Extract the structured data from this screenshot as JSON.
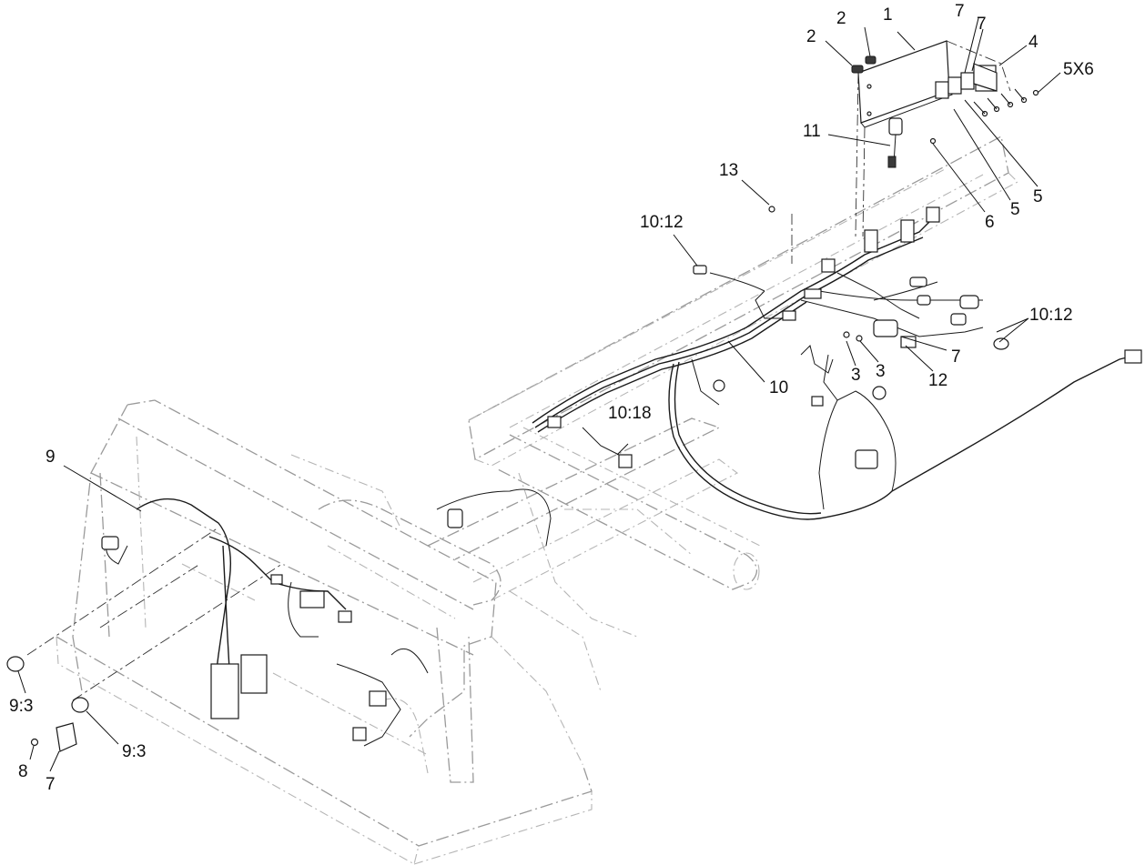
{
  "callouts": [
    {
      "id": "c1",
      "text": "1"
    },
    {
      "id": "c2a",
      "text": "2"
    },
    {
      "id": "c2b",
      "text": "2"
    },
    {
      "id": "c7a",
      "text": "7"
    },
    {
      "id": "c7b",
      "text": "7"
    },
    {
      "id": "c4",
      "text": "4"
    },
    {
      "id": "c5x6",
      "text": "5X6"
    },
    {
      "id": "c11",
      "text": "11"
    },
    {
      "id": "c5a",
      "text": "5"
    },
    {
      "id": "c5b",
      "text": "5"
    },
    {
      "id": "c6",
      "text": "6"
    },
    {
      "id": "c13",
      "text": "13"
    },
    {
      "id": "c1012a",
      "text": "10:12"
    },
    {
      "id": "c1012b",
      "text": "10:12"
    },
    {
      "id": "c7c",
      "text": "7"
    },
    {
      "id": "c3a",
      "text": "3"
    },
    {
      "id": "c3b",
      "text": "3"
    },
    {
      "id": "c12",
      "text": "12"
    },
    {
      "id": "c10",
      "text": "10"
    },
    {
      "id": "c1018",
      "text": "10:18"
    },
    {
      "id": "c9",
      "text": "9"
    },
    {
      "id": "c93a",
      "text": "9:3"
    },
    {
      "id": "c93b",
      "text": "9:3"
    },
    {
      "id": "c8",
      "text": "8"
    },
    {
      "id": "c7d",
      "text": "7"
    }
  ]
}
